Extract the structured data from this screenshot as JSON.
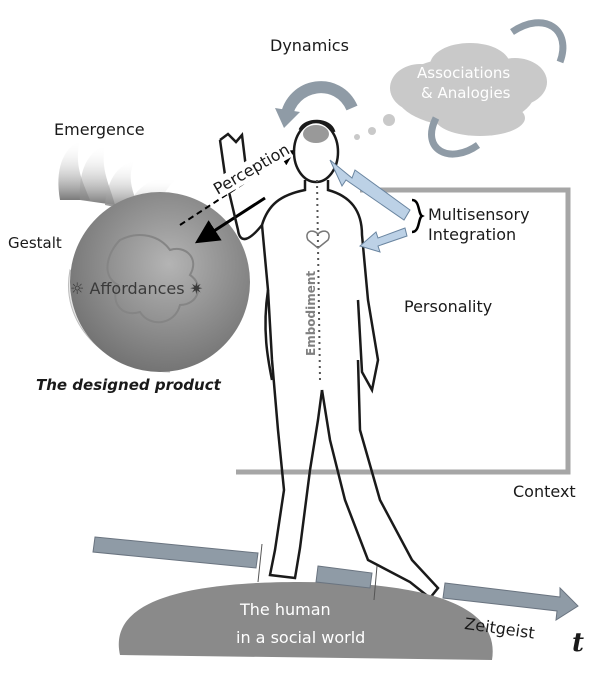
{
  "labels": {
    "dynamics": "Dynamics",
    "associations_line1": "Associations",
    "associations_line2": "& Analogies",
    "emergence": "Emergence",
    "perception": "Perception",
    "multisensory_line1": "Multisensory",
    "multisensory_line2": "Integration",
    "gestalt": "Gestalt",
    "affordances": "Affordances",
    "embodiment": "Embodiment",
    "personality": "Personality",
    "designed_product": "The designed product",
    "context": "Context",
    "human_line1": "The human",
    "human_line2": "in a social world",
    "zeitgeist": "Zeitgeist",
    "time_symbol": "t"
  },
  "colors": {
    "cloud_fill": "#c9c9c9",
    "arrow_fill": "#8f9ba6",
    "ground_fill": "#8a8a8a",
    "context_frame": "#a6a6a6",
    "sphere_fill": "#9a9a9a",
    "sensory_arrow": "#bcd1e6"
  }
}
